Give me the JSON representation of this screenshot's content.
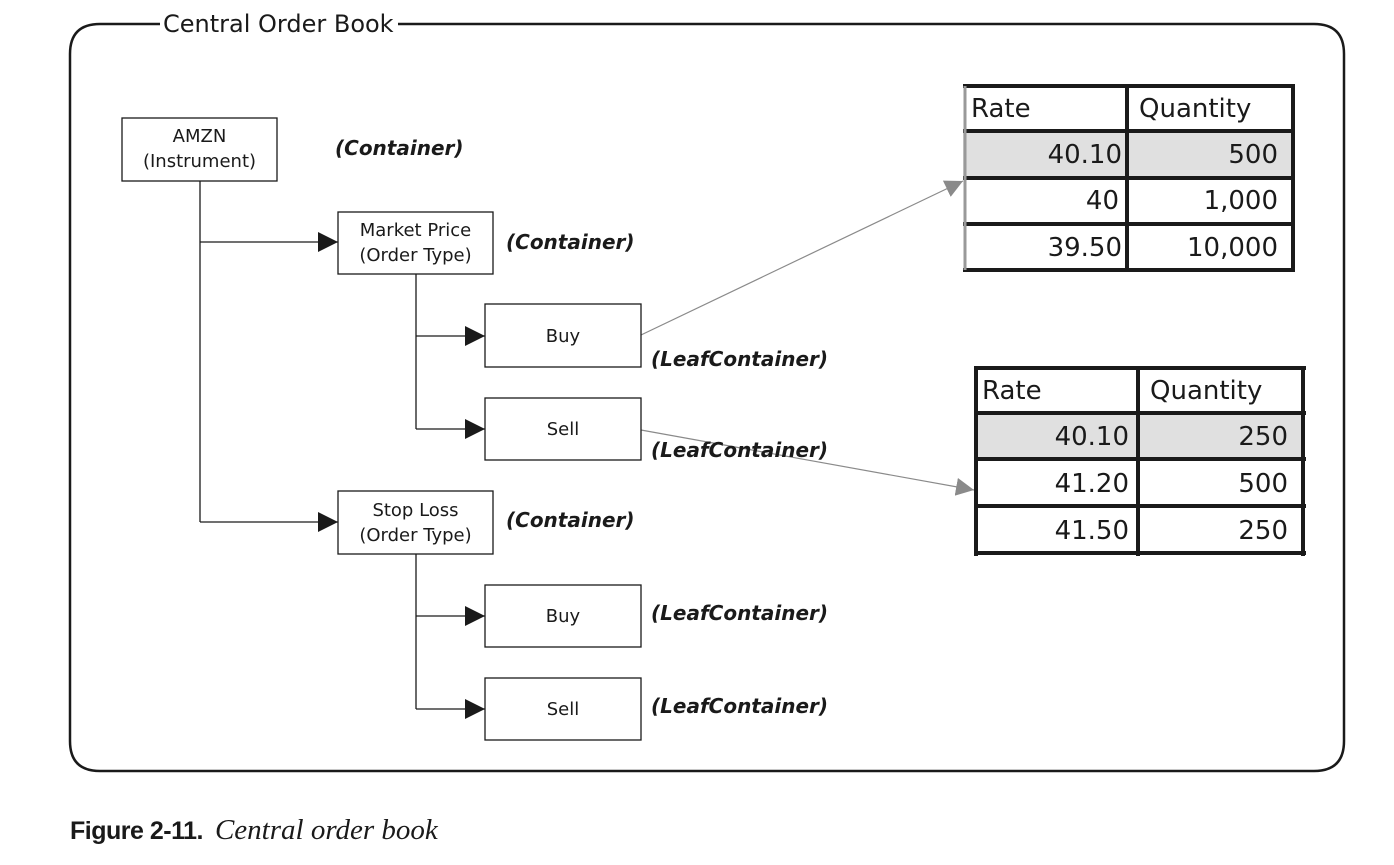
{
  "group": {
    "title": "Central Order Book"
  },
  "nodes": {
    "amzn": {
      "line1": "AMZN",
      "line2": "(Instrument)",
      "role": "(Container)"
    },
    "market": {
      "line1": "Market Price",
      "line2": "(Order Type)",
      "role": "(Container)"
    },
    "mkt_buy": {
      "line1": "Buy",
      "role": "(LeafContainer)"
    },
    "mkt_sell": {
      "line1": "Sell",
      "role": "(LeafContainer)"
    },
    "stop": {
      "line1": "Stop Loss",
      "line2": "(Order Type)",
      "role": "(Container)"
    },
    "stop_buy": {
      "line1": "Buy",
      "role": "(LeafContainer)"
    },
    "stop_sell": {
      "line1": "Sell",
      "role": "(LeafContainer)"
    }
  },
  "tables": {
    "buy": {
      "headers": [
        "Rate",
        "Quantity"
      ],
      "rows": [
        [
          "40.10",
          "500"
        ],
        [
          "40",
          "1,000"
        ],
        [
          "39.50",
          "10,000"
        ]
      ],
      "highlight_row": 0
    },
    "sell": {
      "headers": [
        "Rate",
        "Quantity"
      ],
      "rows": [
        [
          "40.10",
          "250"
        ],
        [
          "41.20",
          "500"
        ],
        [
          "41.50",
          "250"
        ]
      ],
      "highlight_row": 0
    }
  },
  "caption": {
    "number": "Figure 2-11.",
    "text": "Central order book"
  },
  "colors": {
    "line": "#1a1a1a",
    "link": "#8a8a8a",
    "highlight": "#e0e0e0"
  }
}
